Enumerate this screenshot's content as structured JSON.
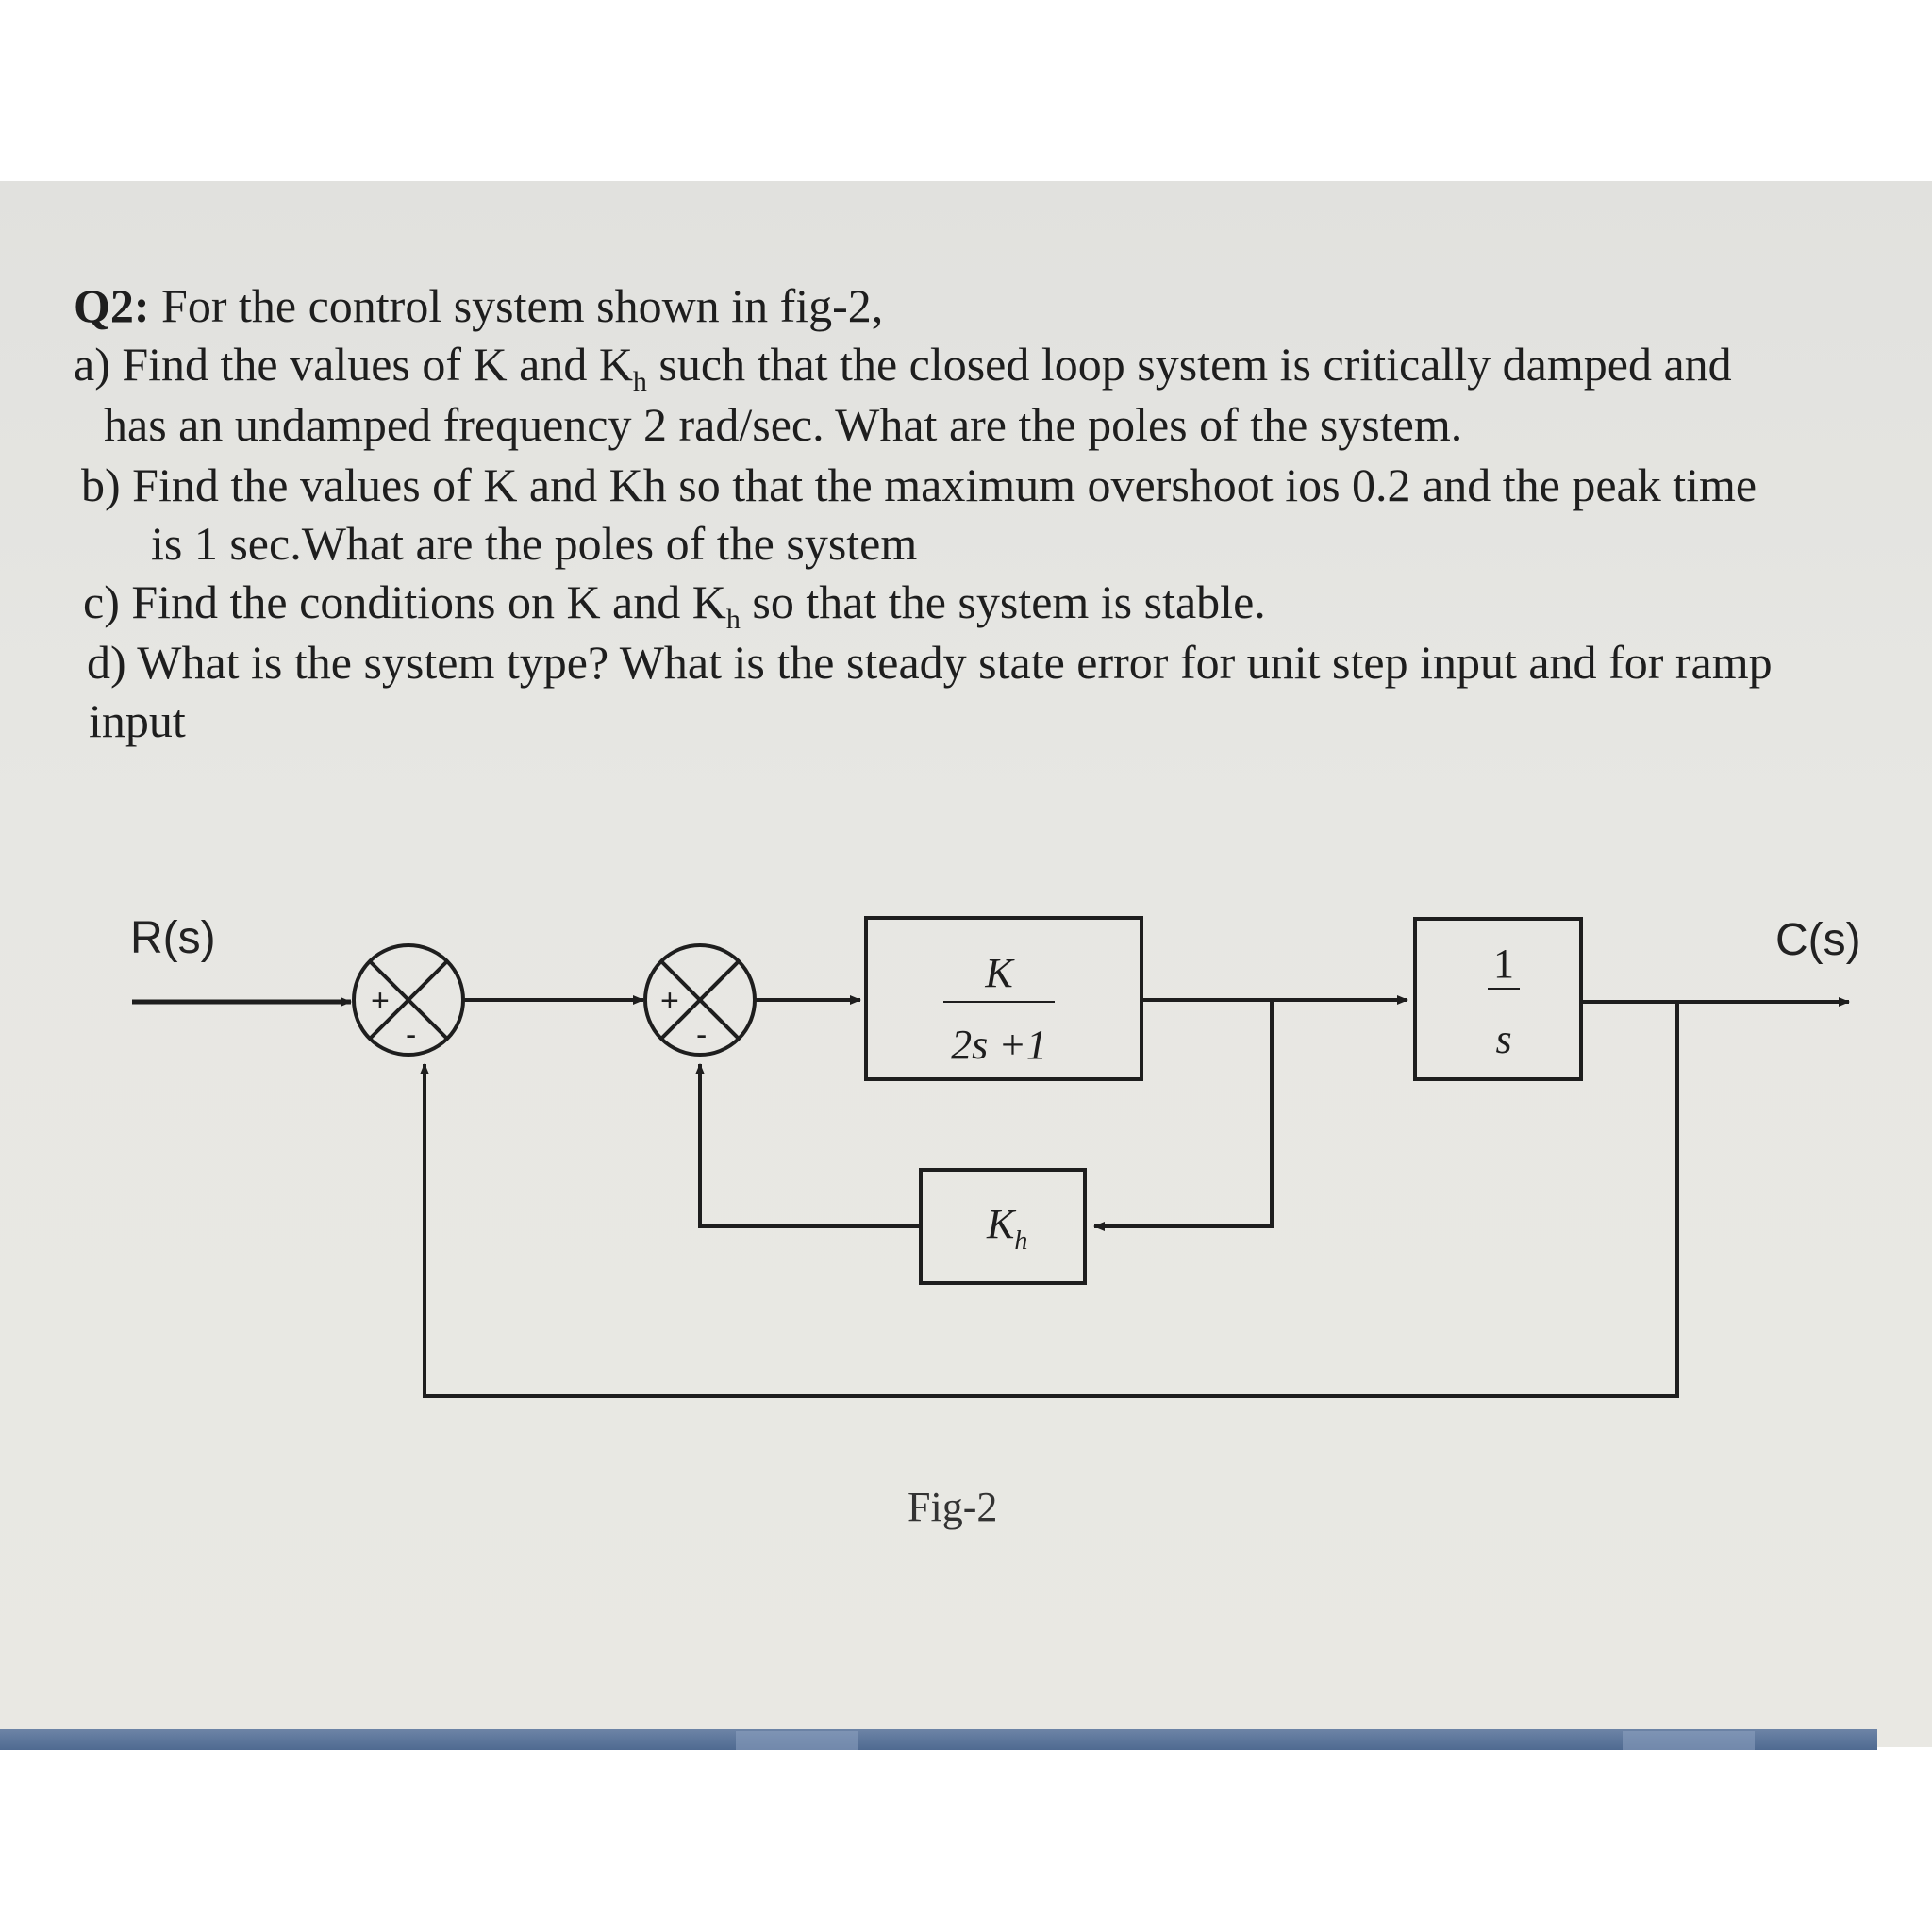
{
  "question": {
    "number": "Q2:",
    "intro": "For the control system shown in fig-2,",
    "parts": {
      "a": {
        "marker": "a)",
        "text_1": "Find the values of K and K",
        "sub_1": "h",
        "text_2": " such that the closed loop system is critically damped and",
        "cont": "has an undamped frequency 2 rad/sec. What are the poles of the system."
      },
      "b": {
        "marker": "b)",
        "text": "Find the values of K and Kh so that the maximum overshoot ios 0.2 and the peak time",
        "cont": "is 1 sec.What are the poles of the system"
      },
      "c": {
        "marker": "c)",
        "text_1": "Find the conditions on K and K",
        "sub_1": "h",
        "text_2": " so that the system is stable."
      },
      "d": {
        "marker": "d)",
        "text": "What is the system type? What is the steady state error for unit step input and for ramp",
        "cont": "input"
      }
    }
  },
  "diagram": {
    "input_label": "R(s)",
    "output_label": "C(s)",
    "sum1": {
      "plus": "+",
      "minus": "-"
    },
    "sum2": {
      "plus": "+",
      "minus": "-"
    },
    "block_plant": {
      "numerator": "K",
      "denominator": "2s +1"
    },
    "block_integrator": {
      "numerator": "1",
      "denominator": "s"
    },
    "block_feedback": {
      "main": "K",
      "sub": "h"
    },
    "caption": "Fig-2"
  }
}
